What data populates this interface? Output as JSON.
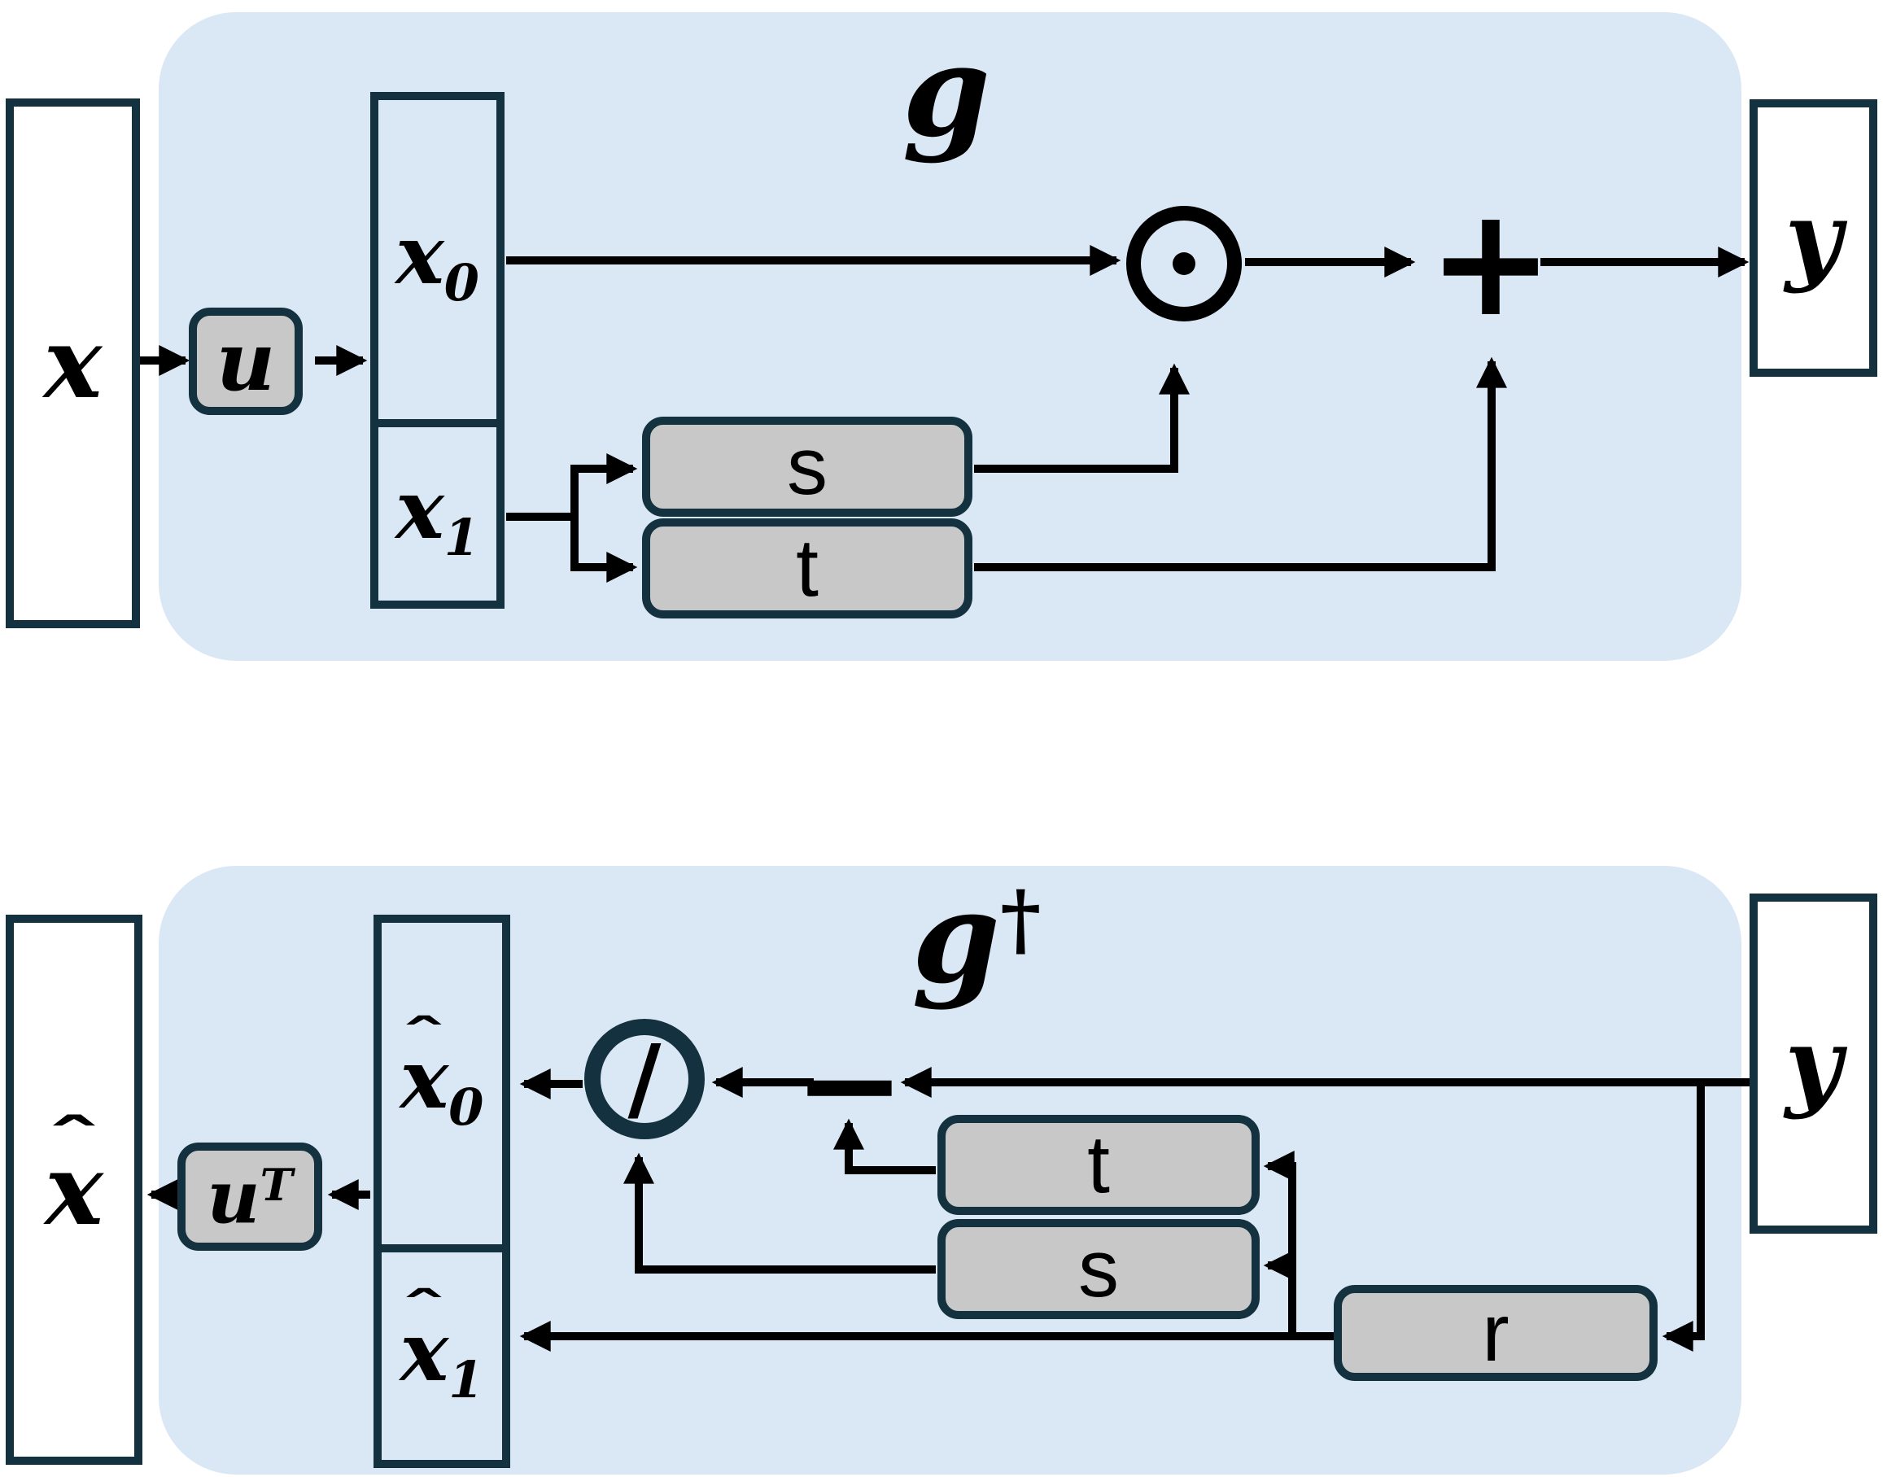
{
  "colors": {
    "panel_blue": "#dae7f4",
    "border_navy": "#14313f",
    "box_gray": "#c8c8c8",
    "line_black": "#000000",
    "box_white": "#ffffff"
  },
  "icons": {
    "elementwise_multiply": "⊙"
  },
  "forward": {
    "title": "g",
    "input_label": "x",
    "projection_label": "u",
    "split_top_base": "x",
    "split_top_sub": "0",
    "split_bottom_base": "x",
    "split_bottom_sub": "1",
    "scale_label": "s",
    "translate_label": "t",
    "add_symbol": "+",
    "output_label": "y"
  },
  "inverse": {
    "title_base": "g",
    "title_sup": "†",
    "output_hat": "ˆ",
    "output_base": "x",
    "projection_base": "u",
    "projection_sup": "T",
    "split_top_hat": "ˆ",
    "split_top_base": "x",
    "split_top_sub": "0",
    "split_bottom_hat": "ˆ",
    "split_bottom_base": "x",
    "split_bottom_sub": "1",
    "divide_symbol": "/",
    "subtract_symbol": "−",
    "translate_label": "t",
    "scale_label": "s",
    "reverse_label": "r",
    "input_label": "y"
  }
}
